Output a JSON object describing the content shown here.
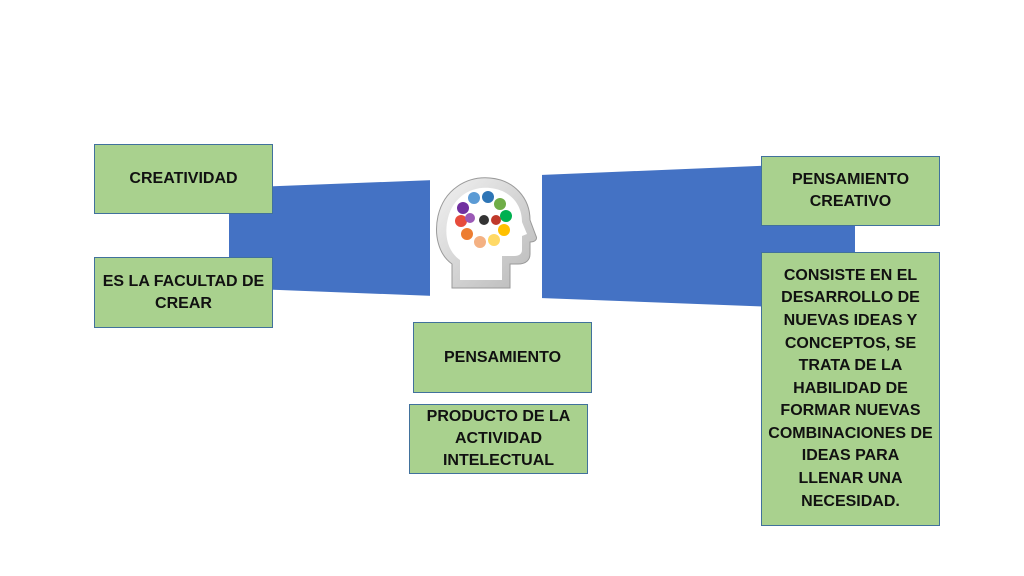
{
  "boxes": {
    "creatividad": "CREATIVIDAD",
    "facultad": "ES LA FACULTAD DE CREAR",
    "pensamiento_creativo": "PENSAMIENTO CREATIVO",
    "consiste": "CONSISTE EN EL DESARROLLO DE NUEVAS IDEAS Y CONCEPTOS, SE TRATA DE LA HABILIDAD DE FORMAR NUEVAS COMBINACIONES DE IDEAS PARA LLENAR UNA NECESIDAD.",
    "pensamiento": "PENSAMIENTO",
    "producto": "PRODUCTO DE LA ACTIVIDAD INTELECTUAL"
  },
  "colors": {
    "band": "#4472c4",
    "box_fill": "#a9d18e",
    "box_border": "#41719c"
  },
  "image": {
    "icon": "head-with-lightbulbs-icon"
  }
}
